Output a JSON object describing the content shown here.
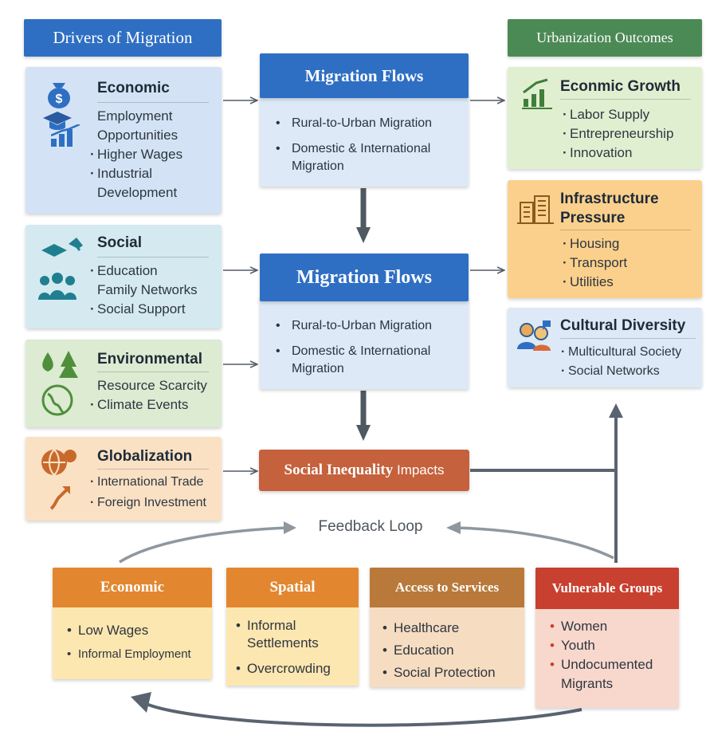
{
  "drivers": {
    "header": "Drivers of Migration",
    "economic": {
      "title": "Economic",
      "items": [
        "Employment Opportunities",
        "Higher Wages",
        "Industrial Development"
      ]
    },
    "social": {
      "title": "Social",
      "items": [
        "Education",
        "Family Networks",
        "Social Support"
      ]
    },
    "environmental": {
      "title": "Environmental",
      "items": [
        "Resource Scarcity",
        "Climate Events"
      ]
    },
    "globalization": {
      "title": "Globalization",
      "items": [
        "International Trade",
        "Foreign Investment"
      ]
    }
  },
  "flows": [
    {
      "title": "Migration Flows",
      "items": [
        "Rural-to-Urban Migration",
        "Domestic & International Migration"
      ]
    },
    {
      "title": "Migration Flows",
      "items": [
        "Rural-to-Urban Migration",
        "Domestic & International Migration"
      ]
    }
  ],
  "inequality": {
    "bold": "Social Inequality",
    "rest": "Impacts"
  },
  "outcomes": {
    "header": "Urbanization Outcomes",
    "growth": {
      "title": "Econmic Growth",
      "items": [
        "Labor Supply",
        "Entrepreneurship",
        "Innovation"
      ]
    },
    "infrastructure": {
      "title_line1": "Infrastructure",
      "title_line2": "Pressure",
      "items": [
        "Housing",
        "Transport",
        "Utilities"
      ]
    },
    "cultural": {
      "title": "Cultural Diversity",
      "items": [
        "Multicultural Society",
        "Social Networks"
      ]
    }
  },
  "feedback_label": "Feedback Loop",
  "impacts": [
    {
      "title": "Economic",
      "items": [
        "Low Wages",
        "Informal Employment"
      ],
      "color": "#e2872f"
    },
    {
      "title": "Spatial",
      "items": [
        "Informal Settlements",
        "Overcrowding"
      ],
      "color": "#e2872f"
    },
    {
      "title": "Access to Services",
      "items": [
        "Healthcare",
        "Education",
        "Social Protection"
      ],
      "color": "#b9793a"
    },
    {
      "title": "Vulnerable Groups",
      "items": [
        "Women",
        "Youth",
        "Undocumented Migrants"
      ],
      "color": "#c8402f"
    }
  ],
  "icons": [
    "money-bag-icon",
    "graduation-cap-icon",
    "bar-chart-icon",
    "people-icon",
    "leaf-water-icon",
    "globe-icon",
    "growth-chart-icon",
    "buildings-icon",
    "diverse-people-icon"
  ]
}
